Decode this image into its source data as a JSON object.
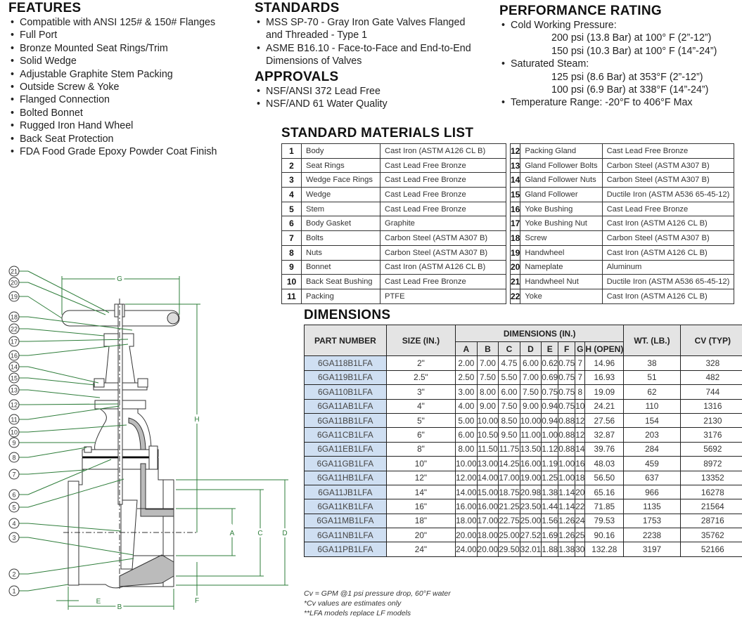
{
  "features": {
    "heading": "FEATURES",
    "items": [
      "Compatible with ANSI 125# & 150# Flanges",
      "Full Port",
      "Bronze Mounted Seat Rings/Trim",
      "Solid Wedge",
      "Adjustable Graphite Stem Packing",
      "Outside Screw & Yoke",
      "Flanged Connection",
      "Bolted Bonnet",
      "Rugged Iron Hand Wheel",
      "Back Seat Protection",
      "FDA Food Grade Epoxy Powder Coat Finish"
    ]
  },
  "standards": {
    "heading": "STANDARDS",
    "items": [
      "MSS SP-70 - Gray Iron Gate Valves Flanged",
      "and Threaded - Type 1",
      "ASME B16.10 - Face-to-Face and End-to-End",
      "Dimensions of Valves"
    ]
  },
  "approvals": {
    "heading": "APPROVALS",
    "items": [
      "NSF/ANSI 372 Lead Free",
      "NSF/AND 61 Water Quality"
    ]
  },
  "performance": {
    "heading": "PERFORMANCE RATING",
    "cold_label": "Cold Working Pressure:",
    "cold": [
      "200 psi (13.8 Bar) at 100° F (2”-12”)",
      "150 psi (10.3 Bar) at 100° F (14”-24”)"
    ],
    "steam_label": "Saturated Steam:",
    "steam": [
      "125 psi (8.6 Bar) at 353°F (2”-12”)",
      "100 psi (6.9 Bar) at 338°F (14”-24”)"
    ],
    "temp": "Temperature Range: -20°F to 406°F Max"
  },
  "materials": {
    "heading": "STANDARD MATERIALS LIST",
    "rows": [
      [
        "1",
        "Body",
        "Cast Iron (ASTM A126 CL B)"
      ],
      [
        "2",
        "Seat Rings",
        "Cast Lead Free Bronze"
      ],
      [
        "3",
        "Wedge Face Rings",
        "Cast Lead Free Bronze"
      ],
      [
        "4",
        "Wedge",
        "Cast Lead Free Bronze"
      ],
      [
        "5",
        "Stem",
        "Cast Lead Free Bronze"
      ],
      [
        "6",
        "Body Gasket",
        "Graphite"
      ],
      [
        "7",
        "Bolts",
        "Carbon Steel (ASTM A307 B)"
      ],
      [
        "8",
        "Nuts",
        "Carbon Steel (ASTM A307 B)"
      ],
      [
        "9",
        "Bonnet",
        "Cast Iron (ASTM A126 CL B)"
      ],
      [
        "10",
        "Back Seat Bushing",
        "Cast Lead Free Bronze"
      ],
      [
        "11",
        "Packing",
        "PTFE"
      ],
      [
        "12",
        "Packing Gland",
        "Cast Lead Free Bronze"
      ],
      [
        "13",
        "Gland Follower Bolts",
        "Carbon Steel (ASTM A307 B)"
      ],
      [
        "14",
        "Gland Follower Nuts",
        "Carbon Steel (ASTM A307 B)"
      ],
      [
        "15",
        "Gland Follower",
        "Ductile Iron (ASTM A536 65-45-12)"
      ],
      [
        "16",
        "Yoke Bushing",
        "Cast Lead Free Bronze"
      ],
      [
        "17",
        "Yoke Bushing Nut",
        "Cast Iron (ASTM A126 CL B)"
      ],
      [
        "18",
        "Screw",
        "Carbon Steel (ASTM A307 B)"
      ],
      [
        "19",
        "Handwheel",
        "Cast Iron (ASTM A126 CL B)"
      ],
      [
        "20",
        "Nameplate",
        "Aluminum"
      ],
      [
        "21",
        "Handwheel Nut",
        "Ductile Iron (ASTM A536 65-45-12)"
      ],
      [
        "22",
        "Yoke",
        "Cast Iron (ASTM A126 CL B)"
      ]
    ]
  },
  "dimensions": {
    "heading": "DIMENSIONS",
    "h_part": "PART NUMBER",
    "h_size": "SIZE (IN.)",
    "h_dims": "DIMENSIONS (IN.)",
    "h_wt": "WT. (LB.)",
    "h_cv": "CV (TYP)",
    "dim_cols": [
      "A",
      "B",
      "C",
      "D",
      "E",
      "F",
      "G",
      "H (OPEN)"
    ],
    "rows": [
      [
        "6GA118B1LFA",
        "2\"",
        "2.00",
        "7.00",
        "4.75",
        "6.00",
        "0.62",
        "0.75",
        "7",
        "14.96",
        "38",
        "328"
      ],
      [
        "6GA119B1LFA",
        "2.5\"",
        "2.50",
        "7.50",
        "5.50",
        "7.00",
        "0.69",
        "0.75",
        "7",
        "16.93",
        "51",
        "482"
      ],
      [
        "6GA110B1LFA",
        "3\"",
        "3.00",
        "8.00",
        "6.00",
        "7.50",
        "0.75",
        "0.75",
        "8",
        "19.09",
        "62",
        "744"
      ],
      [
        "6GA11AB1LFA",
        "4\"",
        "4.00",
        "9.00",
        "7.50",
        "9.00",
        "0.94",
        "0.75",
        "10",
        "24.21",
        "110",
        "1316"
      ],
      [
        "6GA11BB1LFA",
        "5\"",
        "5.00",
        "10.00",
        "8.50",
        "10.00",
        "0.94",
        "0.88",
        "12",
        "27.56",
        "154",
        "2130"
      ],
      [
        "6GA11CB1LFA",
        "6\"",
        "6.00",
        "10.50",
        "9.50",
        "11.00",
        "1.00",
        "0.88",
        "12",
        "32.87",
        "203",
        "3176"
      ],
      [
        "6GA11EB1LFA",
        "8\"",
        "8.00",
        "11.50",
        "11.75",
        "13.50",
        "1.12",
        "0.88",
        "14",
        "39.76",
        "284",
        "5692"
      ],
      [
        "6GA11GB1LFA",
        "10\"",
        "10.00",
        "13.00",
        "14.25",
        "16.00",
        "1.19",
        "1.00",
        "16",
        "48.03",
        "459",
        "8972"
      ],
      [
        "6GA11HB1LFA",
        "12\"",
        "12.00",
        "14.00",
        "17.00",
        "19.00",
        "1.25",
        "1.00",
        "18",
        "56.50",
        "637",
        "13352"
      ],
      [
        "6GA11JB1LFA",
        "14\"",
        "14.00",
        "15.00",
        "18.75",
        "20.98",
        "1.38",
        "1.14",
        "20",
        "65.16",
        "966",
        "16278"
      ],
      [
        "6GA11KB1LFA",
        "16\"",
        "16.00",
        "16.00",
        "21.25",
        "23.50",
        "1.44",
        "1.14",
        "22",
        "71.85",
        "1135",
        "21564"
      ],
      [
        "6GA11MB1LFA",
        "18\"",
        "18.00",
        "17.00",
        "22.75",
        "25.00",
        "1.56",
        "1.26",
        "24",
        "79.53",
        "1753",
        "28716"
      ],
      [
        "6GA11NB1LFA",
        "20\"",
        "20.00",
        "18.00",
        "25.00",
        "27.52",
        "1.69",
        "1.26",
        "25",
        "90.16",
        "2238",
        "35762"
      ],
      [
        "6GA11PB1LFA",
        "24\"",
        "24.00",
        "20.00",
        "29.50",
        "32.01",
        "1.88",
        "1.38",
        "30",
        "132.28",
        "3197",
        "52166"
      ]
    ],
    "notes": [
      "Cv = GPM @1 psi pressure drop, 60°F water",
      "*Cv values are estimates only",
      "**LFA models replace LF models"
    ]
  },
  "diagram": {
    "callouts": [
      "21",
      "20",
      "19",
      "18",
      "22",
      "17",
      "16",
      "14",
      "15",
      "13",
      "12",
      "11",
      "10",
      "9",
      "8",
      "7",
      "6",
      "5",
      "4",
      "3",
      "2",
      "1"
    ],
    "dim_labels": {
      "G": "G",
      "H": "H",
      "A": "A",
      "C": "C",
      "D": "D",
      "B": "B",
      "E": "E",
      "F": "F"
    },
    "color": "#2e7d3a"
  }
}
